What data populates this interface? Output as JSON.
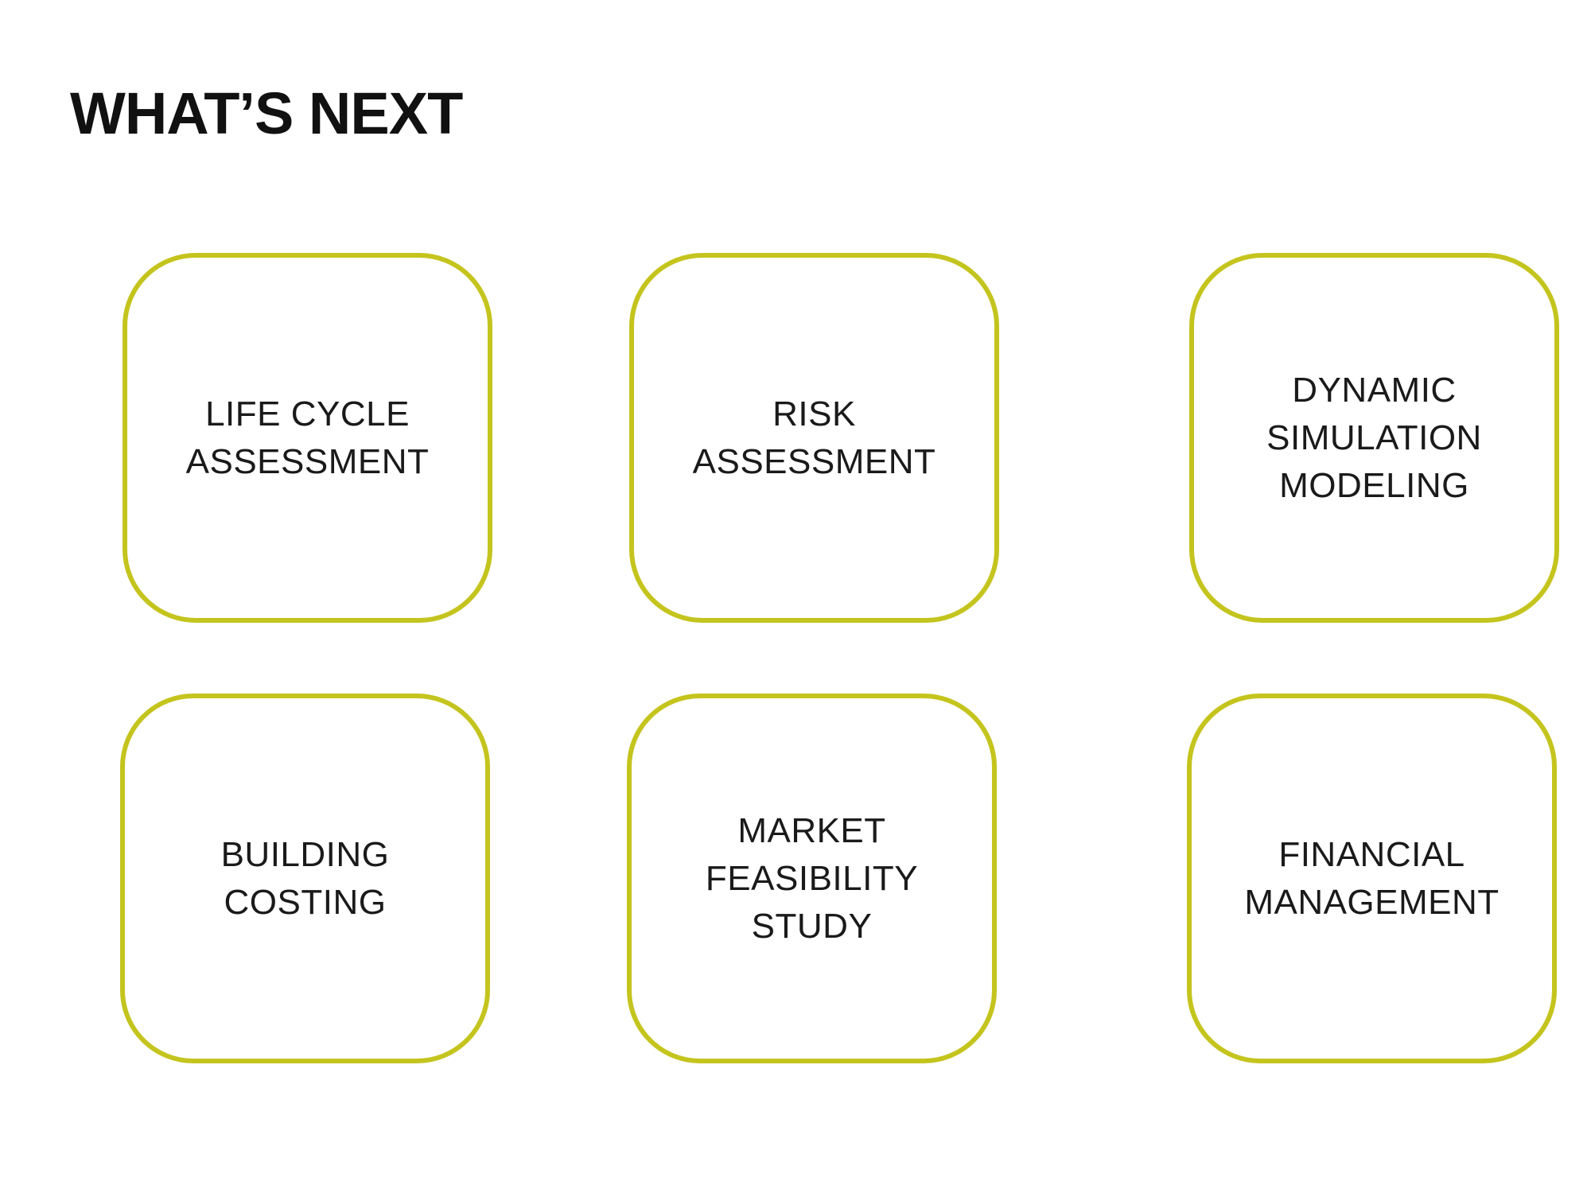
{
  "title": "WHAT’S NEXT",
  "accent_color": "#c4c41e",
  "boxes": [
    {
      "label": "LIFE CYCLE\nASSESSMENT"
    },
    {
      "label": "RISK\nASSESSMENT"
    },
    {
      "label": "DYNAMIC\nSIMULATION\nMODELING"
    },
    {
      "label": "BUILDING\nCOSTING"
    },
    {
      "label": "MARKET\nFEASIBILITY\nSTUDY"
    },
    {
      "label": "FINANCIAL\nMANAGEMENT"
    }
  ]
}
